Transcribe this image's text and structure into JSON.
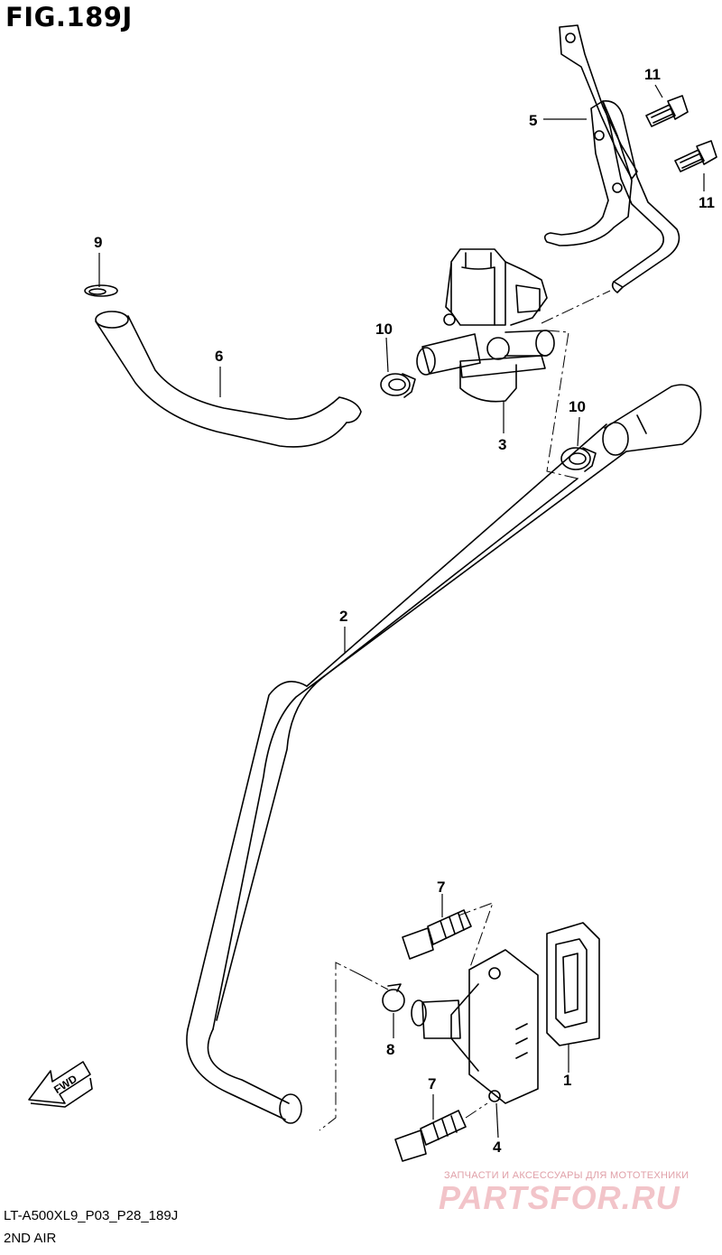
{
  "figure": {
    "title": "FIG.189J"
  },
  "callouts": [
    {
      "id": "c1",
      "label": "1"
    },
    {
      "id": "c2",
      "label": "2"
    },
    {
      "id": "c3",
      "label": "3"
    },
    {
      "id": "c4",
      "label": "4"
    },
    {
      "id": "c5",
      "label": "5"
    },
    {
      "id": "c6",
      "label": "6"
    },
    {
      "id": "c7a",
      "label": "7"
    },
    {
      "id": "c7b",
      "label": "7"
    },
    {
      "id": "c8",
      "label": "8"
    },
    {
      "id": "c9",
      "label": "9"
    },
    {
      "id": "c10a",
      "label": "10"
    },
    {
      "id": "c10b",
      "label": "10"
    },
    {
      "id": "c11a",
      "label": "11"
    },
    {
      "id": "c11b",
      "label": "11"
    }
  ],
  "direction_arrow": {
    "label": "FWD",
    "icon": "forward-arrow-icon"
  },
  "footer": {
    "code": "LT-A500XL9_P03_P28_189J",
    "name": "2ND AIR"
  },
  "watermark": {
    "tagline": "ЗАПЧАСТИ И АКСЕССУАРЫ ДЛЯ МОТОТЕХНИКИ",
    "brand": "PARTSFOR.RU"
  }
}
